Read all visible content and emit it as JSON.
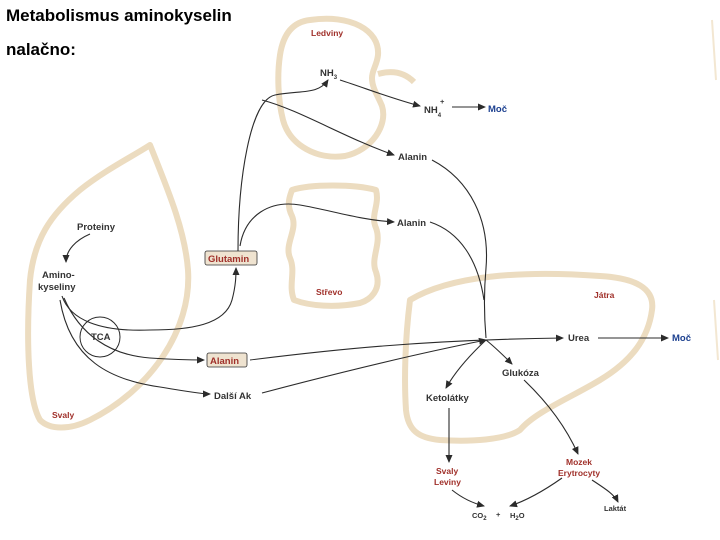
{
  "title_line1": "Metabolismus aminokyselin",
  "title_line2": "nalačno:",
  "organs": {
    "ledviny": "Ledviny",
    "strevo": "Střevo",
    "jatra": "Játra",
    "svaly": "Svaly"
  },
  "labels": {
    "nh3": "NH",
    "nh3_sub": "3",
    "nh4": "NH",
    "nh4_sub": "4",
    "nh4_sup": "+",
    "moc_kidney": "Moč",
    "alanin_kidney": "Alanin",
    "alanin_gut": "Alanin",
    "proteiny": "Proteiny",
    "aminokyseliny_1": "Amino-",
    "aminokyseliny_2": "kyseliny",
    "glutamin": "Glutamin",
    "tca": "TCA",
    "alanin_muscle": "Alanin",
    "dalsi_ak": "Další Ak",
    "urea": "Urea",
    "moc_liver": "Moč",
    "glukoza": "Glukóza",
    "ketolatky": "Ketolátky",
    "svaly_leviny_1": "Svaly",
    "svaly_leviny_2": "Leviny",
    "mozek": "Mozek",
    "erytrocyty": "Erytrocyty",
    "co2": "CO",
    "co2_sub": "2",
    "plus": "+",
    "h2o_h": "H",
    "h2o_sub": "2",
    "h2o_o": "O",
    "laktat": "Laktát"
  },
  "colors": {
    "organ_outline": "#ecdcc0",
    "organ_label": "#a0302a",
    "urine_label": "#1b3f8f",
    "box_fill": "#efe3d0"
  }
}
